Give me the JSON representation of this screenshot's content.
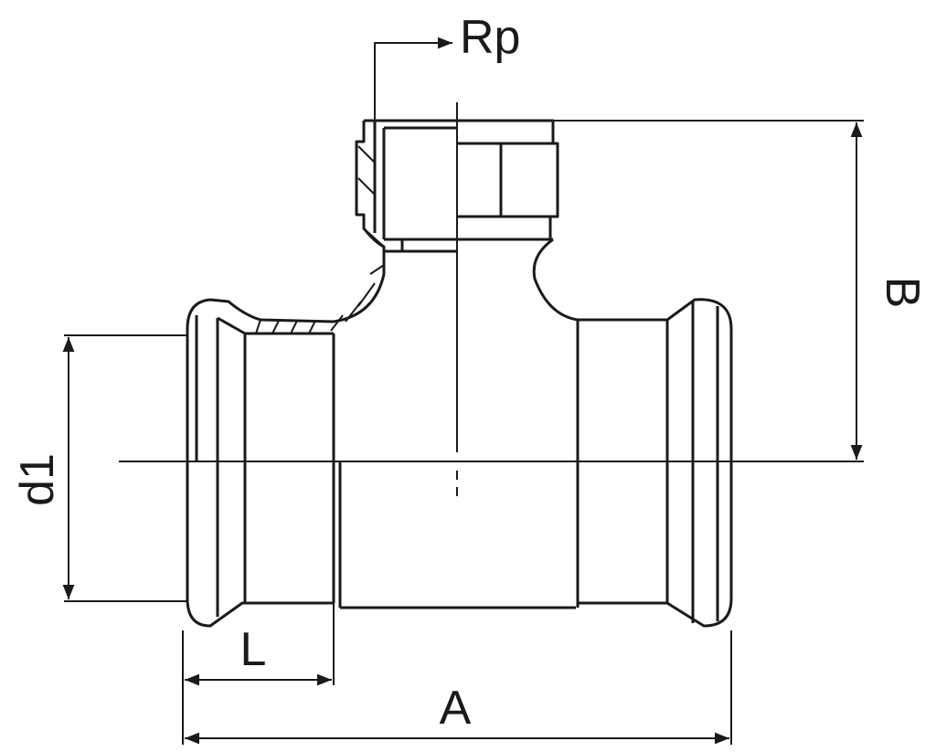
{
  "labels": {
    "rp": "Rp",
    "b": "B",
    "d1": "d1",
    "l": "L",
    "a": "A"
  },
  "colors": {
    "line": "#1a1a1a",
    "background": "#ffffff"
  }
}
